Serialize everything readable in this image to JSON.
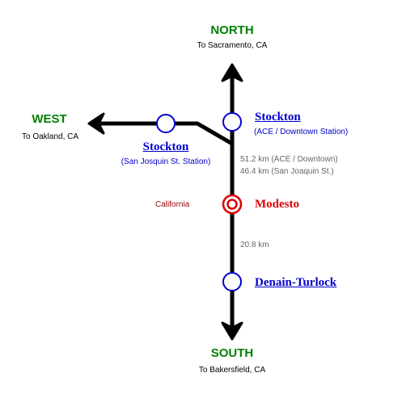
{
  "north": {
    "label": "NORTH",
    "sub": "To Sacramento, CA"
  },
  "south": {
    "label": "SOUTH",
    "sub": "To Bakersfield, CA"
  },
  "west": {
    "label": "WEST",
    "sub": "To Oakland, CA"
  },
  "stations": {
    "stockton_ace": {
      "name": "Stockton",
      "sub": "(ACE / Downtown Station)"
    },
    "stockton_sj": {
      "name": "Stockton",
      "sub": "(San Josquin St. Station)"
    },
    "modesto": {
      "name": "Modesto",
      "region": "California"
    },
    "denair": {
      "name": "Denain-Turlock"
    }
  },
  "distances": {
    "ace": "51.2 km (ACE / Downtown)",
    "sj": "46.4 km (San Joaquin St.)",
    "south": "20.8 km"
  },
  "colors": {
    "track": "#000000",
    "station": "#0000cc",
    "current_station": "#dd0000",
    "direction": "#008000"
  }
}
